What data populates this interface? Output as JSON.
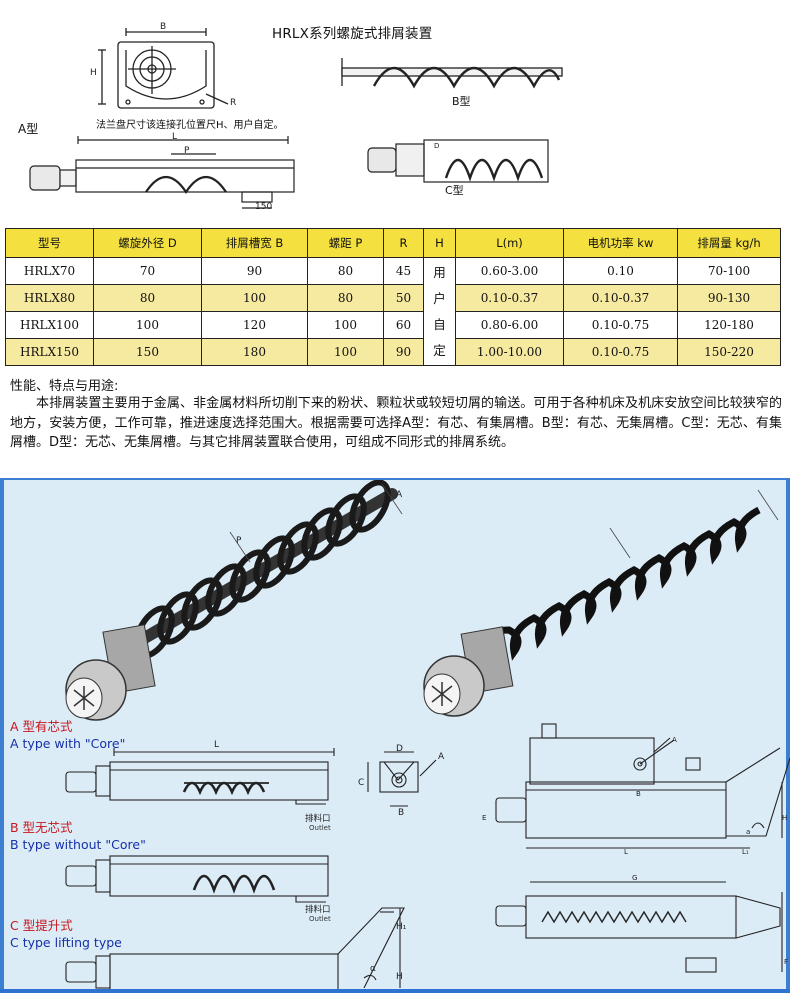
{
  "header": {
    "title": "HRLX系列螺旋式排屑装置",
    "type_a_label": "A型",
    "note": "法兰盘尺寸该连接孔位置尺H、用户自定。",
    "type_b_label": "B型",
    "type_c_label": "C型",
    "dims": {
      "B": "B",
      "H": "H",
      "R": "R",
      "L": "L",
      "P": "P",
      "w150": "150",
      "D": "D"
    }
  },
  "table": {
    "headers": [
      "型号",
      "螺旋外径 D",
      "排屑槽宽 B",
      "螺距 P",
      "R",
      "H",
      "L(m)",
      "电机功率 kw",
      "排屑量 kg/h"
    ],
    "h_merged": [
      "用",
      "户",
      "自",
      "定"
    ],
    "rows": [
      {
        "model": "HRLX70",
        "d": "70",
        "b": "90",
        "p": "80",
        "r": "45",
        "l": "0.60-3.00",
        "kw": "0.10",
        "kgh": "70-100"
      },
      {
        "model": "HRLX80",
        "d": "80",
        "b": "100",
        "p": "80",
        "r": "50",
        "l": "0.10-0.37",
        "kw": "0.10-0.37",
        "kgh": "90-130"
      },
      {
        "model": "HRLX100",
        "d": "100",
        "b": "120",
        "p": "100",
        "r": "60",
        "l": "0.80-6.00",
        "kw": "0.10-0.75",
        "kgh": "120-180"
      },
      {
        "model": "HRLX150",
        "d": "150",
        "b": "180",
        "p": "100",
        "r": "90",
        "l": "1.00-10.00",
        "kw": "0.10-0.75",
        "kgh": "150-220"
      }
    ]
  },
  "features": {
    "title": "性能、特点与用途:",
    "body": "本排屑装置主要用于金属、非金属材料所切削下来的粉状、颗粒状或较短切屑的输送。可用于各种机床及机床安放空间比较狭窄的地方，安装方便，工作可靠，推进速度选择范围大。根据需要可选择A型：有芯、有集屑槽。B型：有芯、无集屑槽。C型：无芯、有集屑槽。D型：无芯、无集屑槽。与其它排屑装置联合使用，可组成不同形式的排屑系统。"
  },
  "bottom": {
    "a_cn": "A 型有芯式",
    "a_en": "A type with \"Core\"",
    "b_cn": "B 型无芯式",
    "b_en": "B type without \"Core\"",
    "c_cn": "C 型提升式",
    "c_en": "C type lifting type",
    "outlet_cn": "排料口",
    "outlet_en": "Outlet",
    "dims": {
      "A": "A",
      "P": "P",
      "L": "L",
      "D": "D",
      "C": "C",
      "B": "B",
      "E": "E",
      "G": "G",
      "H": "H",
      "H1": "H₁",
      "L1": "L₁",
      "F": "F",
      "alpha": "α",
      "a": "a"
    }
  },
  "colors": {
    "table_header": "#f4e13f",
    "table_alt_row": "#f6e9a0",
    "panel_bg": "#dcecf7",
    "panel_border": "#3c7fd0",
    "red_text": "#c8161d",
    "blue_text": "#1530a8"
  }
}
